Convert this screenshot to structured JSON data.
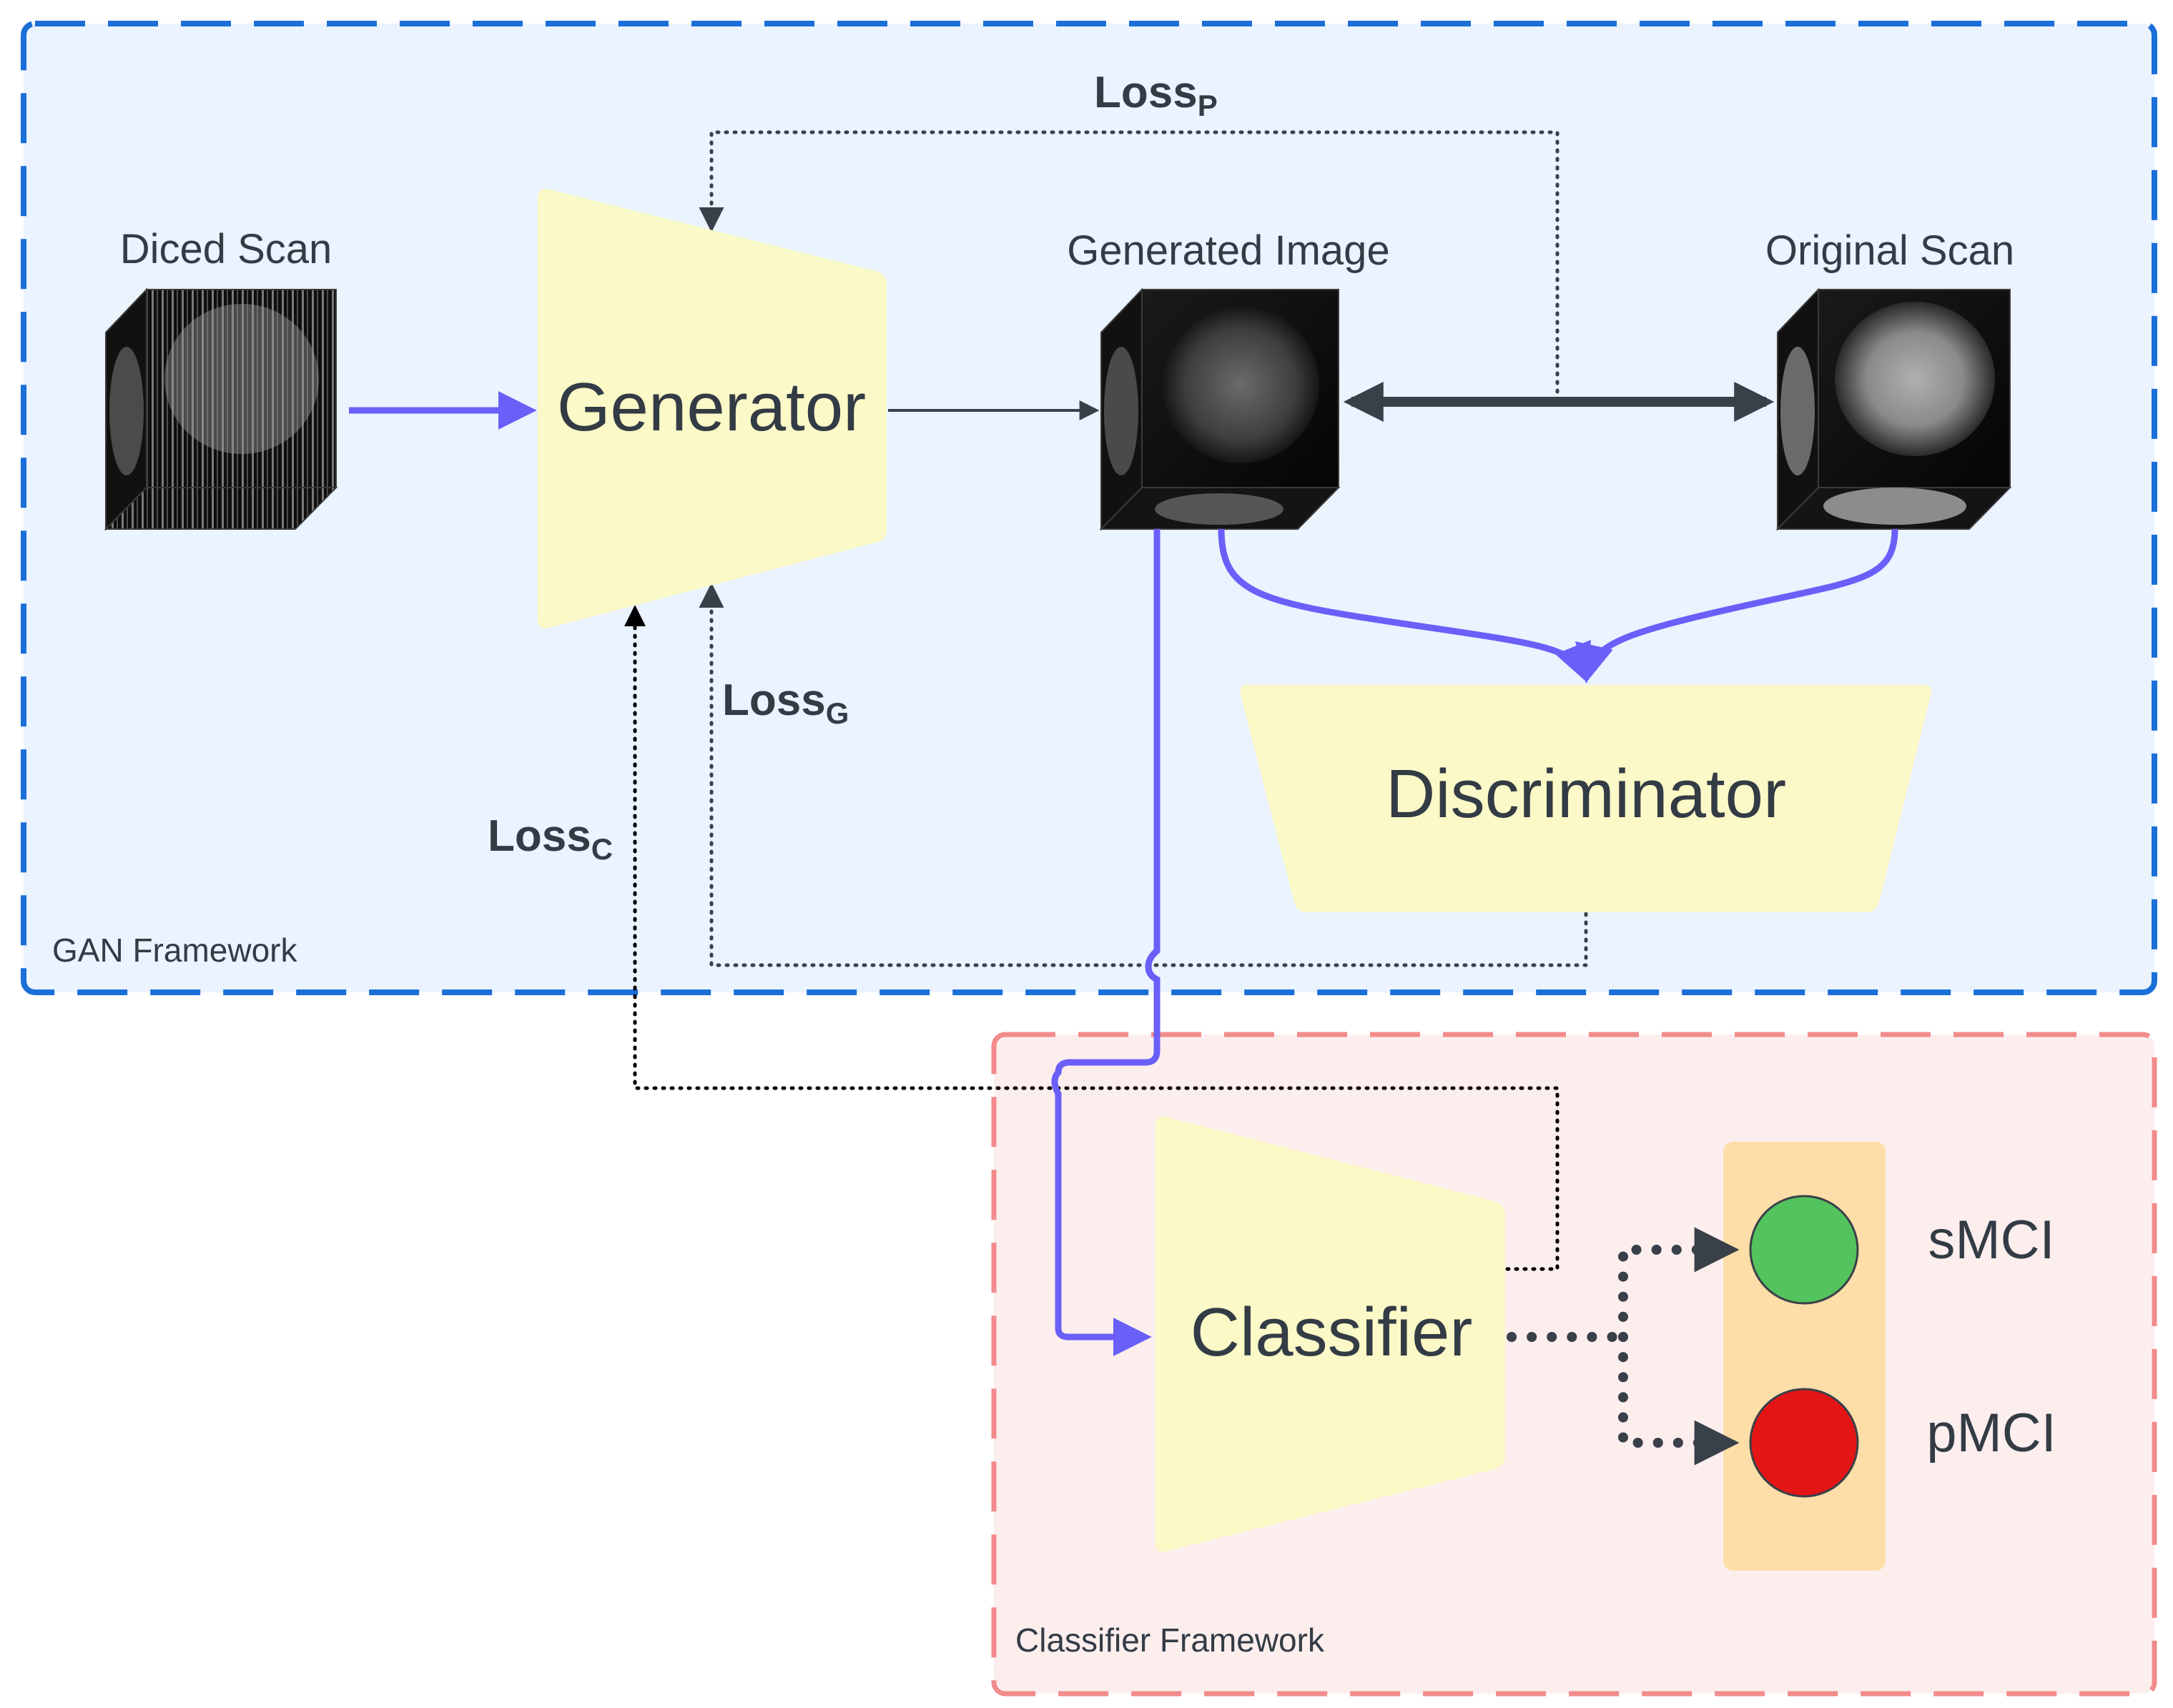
{
  "frames": {
    "gan": {
      "label": "GAN Framework",
      "fill": "#eaf3fe",
      "stroke": "#1a6fd8"
    },
    "classifier": {
      "label": "Classifier Framework",
      "fill": "#fdeeee",
      "stroke": "#f28b8b"
    }
  },
  "blocks": {
    "generator": {
      "label": "Generator",
      "fill": "#fbf9c7"
    },
    "discriminator": {
      "label": "Discriminator",
      "fill": "#fbf9c7"
    },
    "classifier": {
      "label": "Classifier",
      "fill": "#fbf9c7"
    }
  },
  "scans": {
    "diced": {
      "label": "Diced Scan"
    },
    "generated": {
      "label": "Generated Image"
    },
    "original": {
      "label": "Original Scan"
    }
  },
  "losses": {
    "perceptual": {
      "main": "Loss",
      "sub": "P"
    },
    "generator": {
      "main": "Loss",
      "sub": "G"
    },
    "classifier": {
      "main": "Loss",
      "sub": "C"
    }
  },
  "classes": {
    "panel_color": "#fddea8",
    "items": [
      {
        "label": "sMCI",
        "color": "#53c35e"
      },
      {
        "label": "pMCI",
        "color": "#e41515"
      }
    ]
  },
  "colors": {
    "flow": "#6a5ff8",
    "dark": "#3a4049",
    "text": "#333b45"
  },
  "icons": {
    "scan_cube": "mri-cube-icon",
    "arrow": "arrowhead-icon"
  }
}
